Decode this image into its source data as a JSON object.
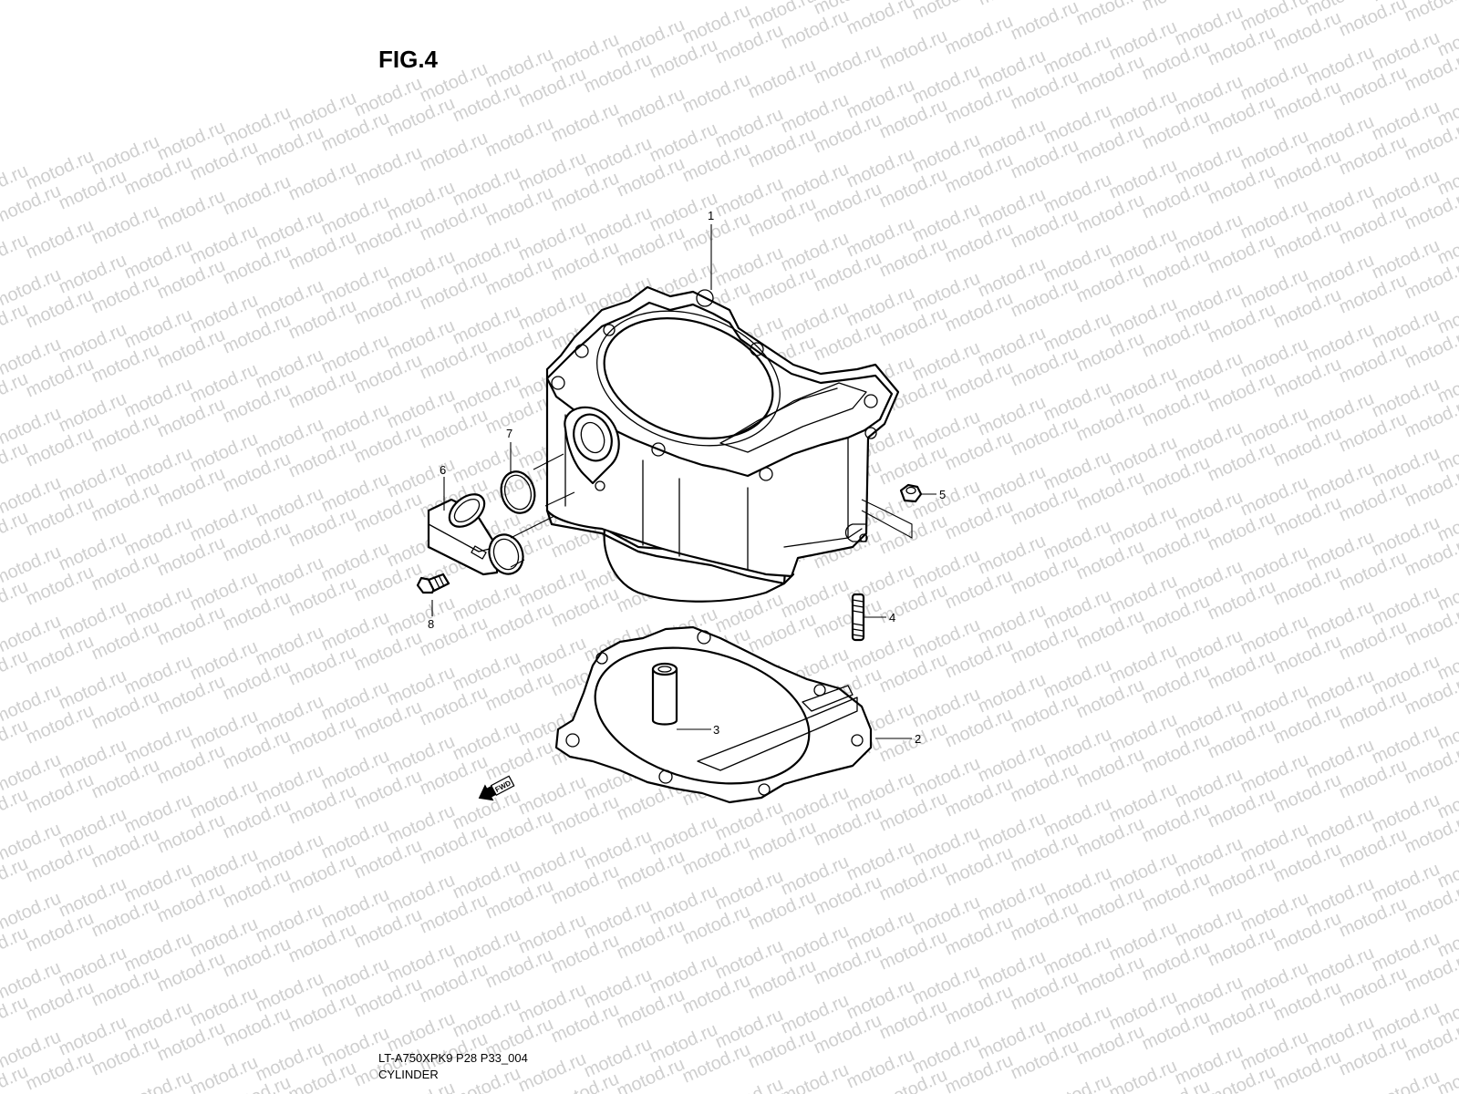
{
  "figure": {
    "title": "FIG.4",
    "model_code": "LT-A750XPK9 P28 P33_004",
    "section_name": "CYLINDER"
  },
  "watermark": {
    "text": "motod.ru",
    "color": "#cfcfcf"
  },
  "callouts": [
    {
      "id": "1",
      "label": "1"
    },
    {
      "id": "2",
      "label": "2"
    },
    {
      "id": "3",
      "label": "3"
    },
    {
      "id": "4",
      "label": "4"
    },
    {
      "id": "5",
      "label": "5"
    },
    {
      "id": "6",
      "label": "6"
    },
    {
      "id": "7",
      "label": "7"
    },
    {
      "id": "8",
      "label": "8"
    }
  ],
  "fwd_arrow": {
    "label": "FWD",
    "icon": "fwd-arrow-icon"
  }
}
